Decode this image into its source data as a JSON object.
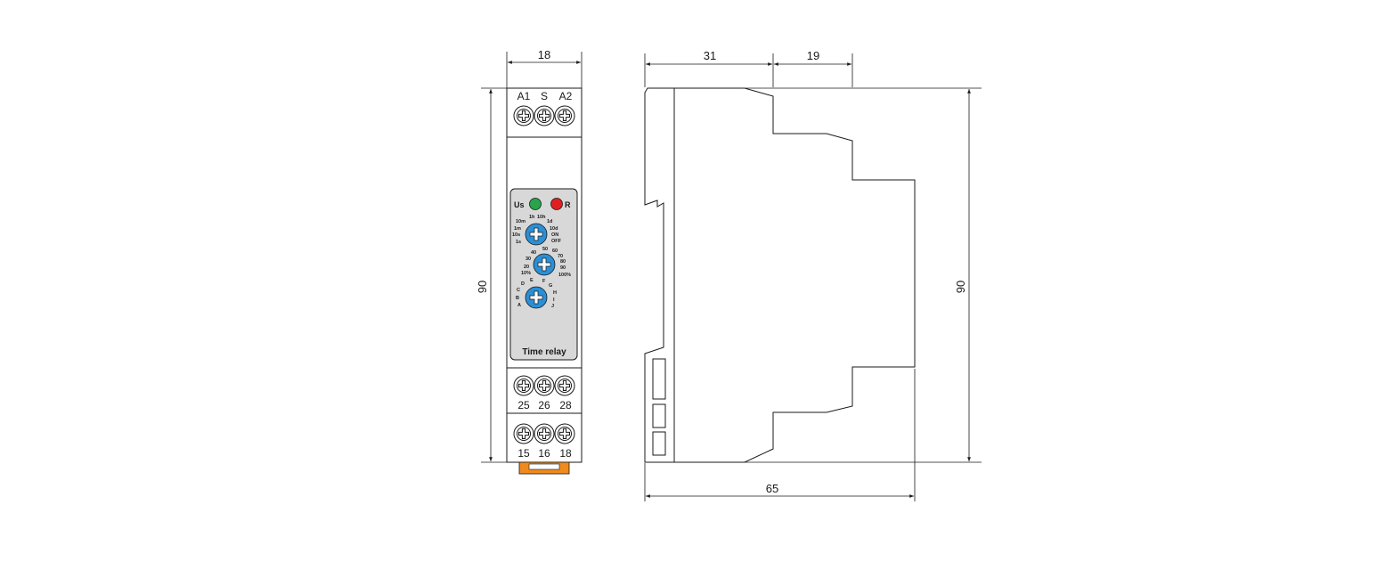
{
  "front_view": {
    "width_dim": "18",
    "height_dim": "90",
    "top_terminals": [
      "A1",
      "S",
      "A2"
    ],
    "middle_terminals": [
      "25",
      "26",
      "28"
    ],
    "bottom_terminals": [
      "15",
      "16",
      "18"
    ],
    "led_left": {
      "label": "Us",
      "color": "#2aa34a"
    },
    "led_right": {
      "label": "R",
      "color": "#e02020"
    },
    "knob1_labels": [
      "1s",
      "10s",
      "1m",
      "10m",
      "1h",
      "10h",
      "1d",
      "10d",
      "ON",
      "OFF"
    ],
    "knob2_labels": [
      "10%",
      "20",
      "30",
      "40",
      "50",
      "60",
      "70",
      "80",
      "90",
      "100%"
    ],
    "knob3_labels": [
      "A",
      "B",
      "C",
      "D",
      "E",
      "F",
      "G",
      "H",
      "I",
      "J"
    ],
    "panel_title": "Time relay",
    "knob_color": "#2a8fd6",
    "tab_color": "#f08a1c"
  },
  "side_view": {
    "dim_31": "31",
    "dim_19": "19",
    "dim_90": "90",
    "dim_65": "65"
  }
}
